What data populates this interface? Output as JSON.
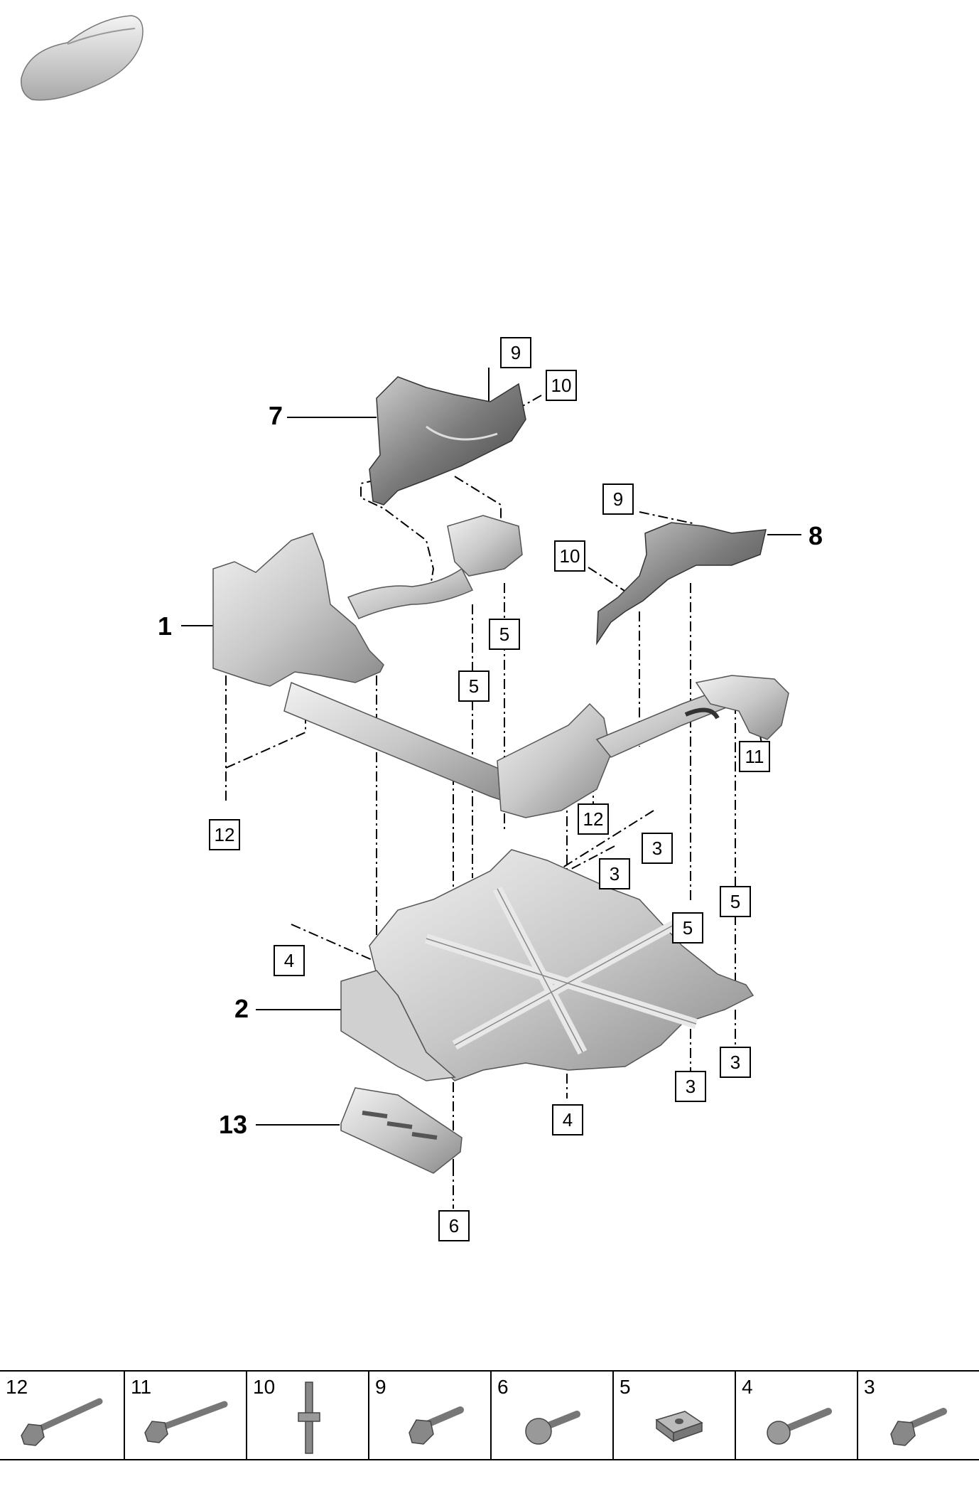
{
  "callouts": {
    "c9a": "9",
    "c10a": "10",
    "c9b": "9",
    "c10b": "10",
    "c5a": "5",
    "c5b": "5",
    "c11": "11",
    "c12a": "12",
    "c12b": "12",
    "c3a": "3",
    "c3b": "3",
    "c5c": "5",
    "c5d": "5",
    "c4a": "4",
    "c3c": "3",
    "c3d": "3",
    "c4b": "4",
    "c6": "6"
  },
  "parts": {
    "p7": "7",
    "p8": "8",
    "p1": "1",
    "p2": "2",
    "p13": "13"
  },
  "legend": [
    "12",
    "11",
    "10",
    "9",
    "6",
    "5",
    "4",
    "3"
  ]
}
